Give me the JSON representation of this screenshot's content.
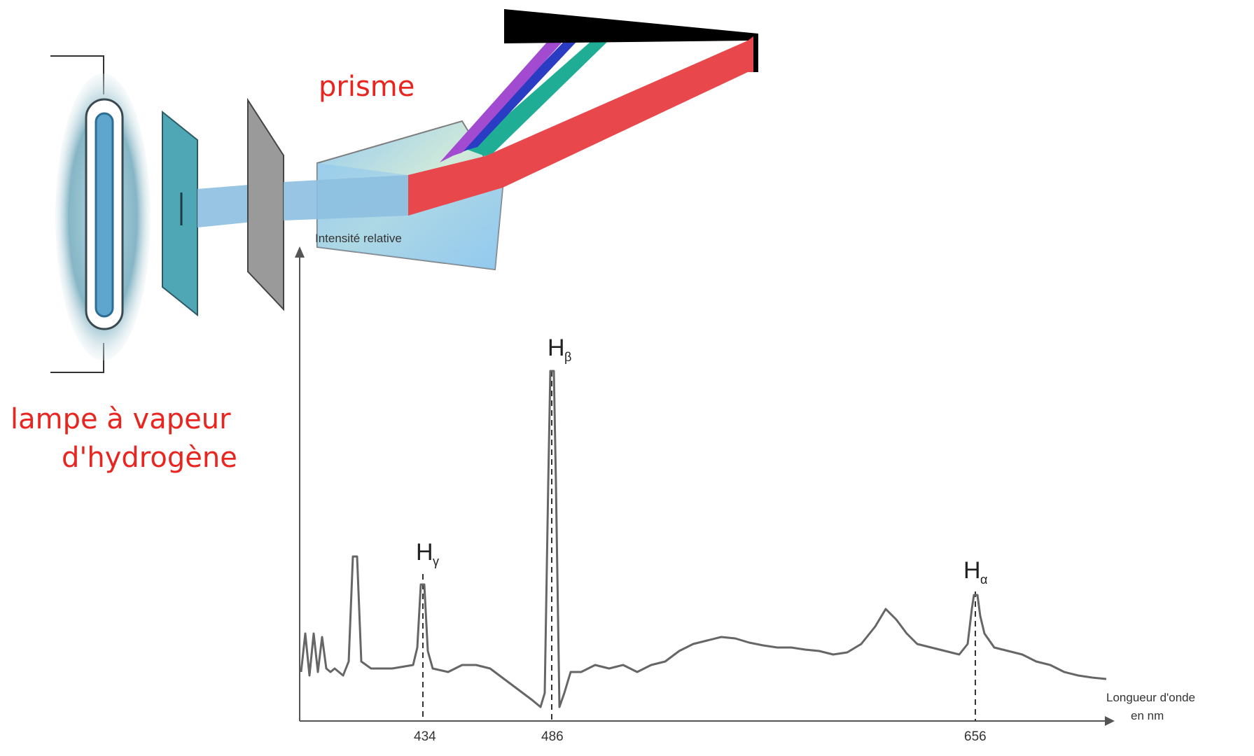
{
  "labels": {
    "prism": "prisme",
    "lamp_line1": "lampe à vapeur",
    "lamp_line2": "d'hydrogène"
  },
  "chart_data": {
    "type": "line",
    "ylabel": "Intensité relative",
    "xlabel_line1": "Longueur d'onde",
    "xlabel_line2": "en nm",
    "x_ticks": [
      "434",
      "486",
      "656"
    ],
    "peaks": [
      {
        "main": "H",
        "sub": "γ",
        "wavelength": 434
      },
      {
        "main": "H",
        "sub": "β",
        "wavelength": 486
      },
      {
        "main": "H",
        "sub": "α",
        "wavelength": 656
      }
    ]
  },
  "colors": {
    "label_red": "#e8251f",
    "beam_violet": "#a24bd0",
    "beam_blue": "#2b3cc4",
    "beam_cyan": "#1fae95",
    "beam_red": "#e8474b",
    "screen": "#000000",
    "prism": "#8fc8ef"
  },
  "icons": [
    "hydrogen-lamp-icon",
    "slit-plate-icon",
    "aperture-screen-icon",
    "prism-icon",
    "projection-screen-icon"
  ]
}
